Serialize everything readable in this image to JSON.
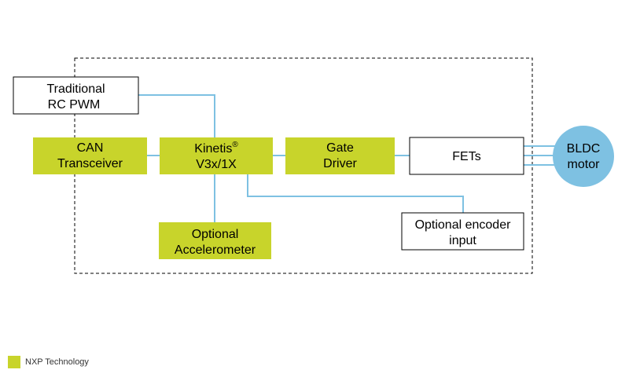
{
  "colors": {
    "nxp_block": "#c8d42b",
    "connector": "#7ec1e2",
    "motor": "#7ec1e2",
    "white_block_border": "#000000",
    "boundary": "#000000"
  },
  "blocks": {
    "traditional_rc_pwm": {
      "line1": "Traditional",
      "line2": "RC PWM"
    },
    "can_transceiver": {
      "line1": "CAN",
      "line2": "Transceiver"
    },
    "kinetis": {
      "line1": "Kinetis",
      "superscript": "®",
      "line2": "V3x/1X"
    },
    "gate_driver": {
      "line1": "Gate",
      "line2": "Driver"
    },
    "fets": {
      "label": "FETs"
    },
    "accelerometer": {
      "line1": "Optional",
      "line2": "Accelerometer"
    },
    "encoder": {
      "line1": "Optional encoder",
      "line2": "input"
    },
    "bldc_motor": {
      "line1": "BLDC",
      "line2": "motor"
    }
  },
  "legend": {
    "label": "NXP Technology"
  }
}
